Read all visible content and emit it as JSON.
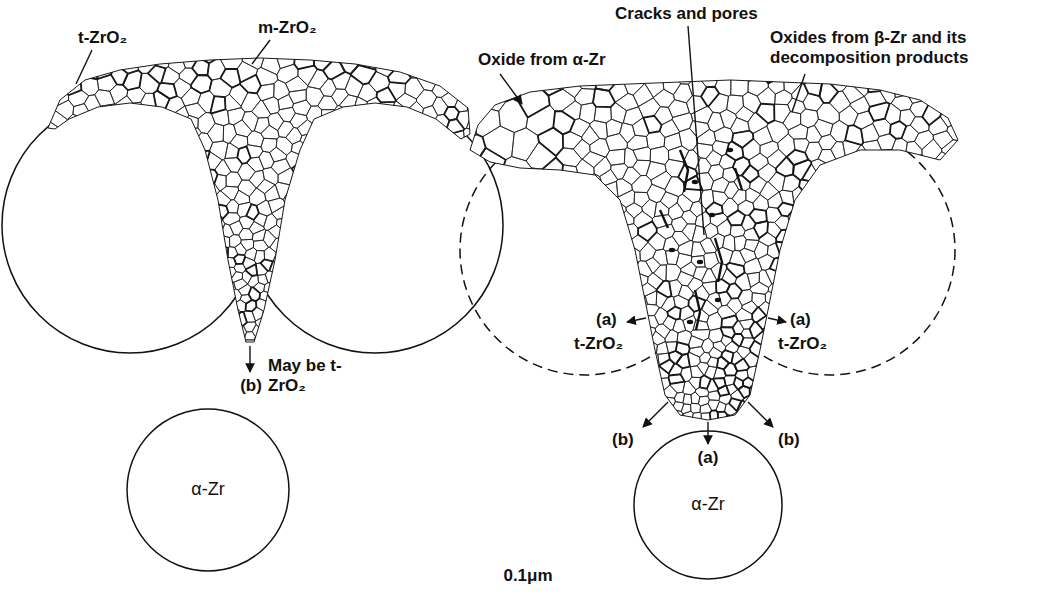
{
  "diagram": {
    "nodes": [
      {
        "text": [
          "α-Zr"
        ]
      },
      {
        "text": [
          "α-Zr"
        ]
      }
    ],
    "labels": [
      "t-ZrO₂",
      "m-ZrO₂",
      "May be t-ZrO₂",
      "(b)",
      "Cracks and pores",
      "Oxide from α-Zr",
      "Oxides from β-Zr and its decomposition products",
      "(a)",
      "(a)",
      "t-ZrO₂",
      "t-ZrO₂",
      "(b)",
      "(a)",
      "(b)",
      "0.1μm"
    ]
  }
}
